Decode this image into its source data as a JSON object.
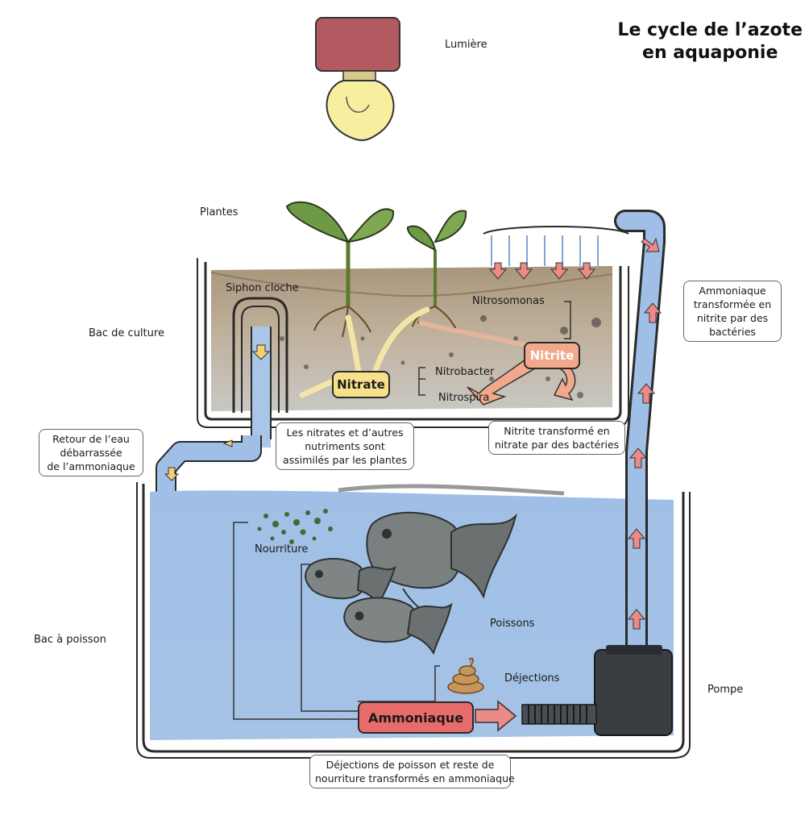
{
  "title": {
    "line1": "Le cycle de l’azote",
    "line2": "en aquaponie"
  },
  "labels": {
    "lumiere": "Lumière",
    "plantes": "Plantes",
    "siphon": "Siphon cloche",
    "bac_culture": "Bac de culture",
    "nitrosomonas": "Nitrosomonas",
    "nitrobacter": "Nitrobacter",
    "nitrospira": "Nitrospira",
    "nourriture": "Nourriture",
    "poissons": "Poissons",
    "dejections": "Déjections",
    "bac_poisson": "Bac à poisson",
    "pompe": "Pompe"
  },
  "chemicals": {
    "nitrate": "Nitrate",
    "nitrite": "Nitrite",
    "ammoniaque": "Ammoniaque"
  },
  "callouts": {
    "retour": [
      "Retour de l’eau",
      "débarrassée",
      "de l’ammoniaque"
    ],
    "nitrates": [
      "Les nitrates et d’autres",
      "nutriments sont",
      "assimilés par les plantes"
    ],
    "nitrite_transforme": [
      "Nitrite transformé en",
      "nitrate par des bactéries"
    ],
    "ammoniaque_transformee": [
      "Ammoniaque",
      "transformée en",
      "nitrite par des",
      "bactéries"
    ],
    "dejections_poisson": [
      "Déjections de poisson et reste de",
      "nourriture transformés en ammoniaque"
    ]
  },
  "colors": {
    "water": "#a9c6e8",
    "water_dark": "#7fa6d6",
    "lamp_base": "#b35a60",
    "bulb": "#f8eea0",
    "soil": "#b3a186",
    "gravel": "#c6c3bd",
    "nitrate": "#f7e08a",
    "nitrite": "#f2a88a",
    "ammoniaque": "#e86b6b",
    "arrow_red": "#ec8a87",
    "fish": "#7a7f80",
    "plant_leaf": "#6f9a45",
    "pump": "#3a3d42"
  }
}
